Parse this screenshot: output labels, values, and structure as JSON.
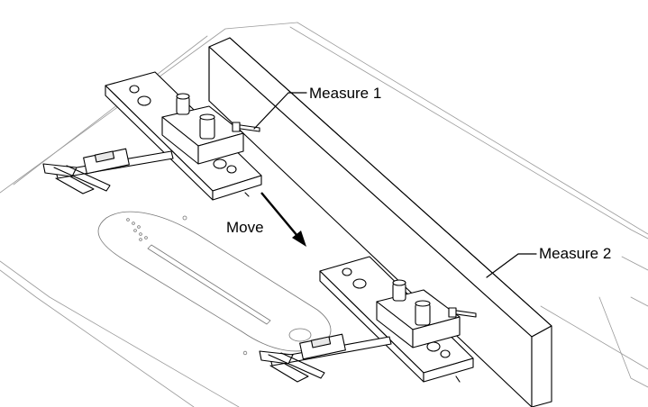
{
  "labels": {
    "measure1": "Measure 1",
    "measure2": "Measure 2",
    "move": "Move"
  },
  "icons": [
    "digital-caliper-icon",
    "arrow-icon",
    "measuring-jig-icon"
  ]
}
